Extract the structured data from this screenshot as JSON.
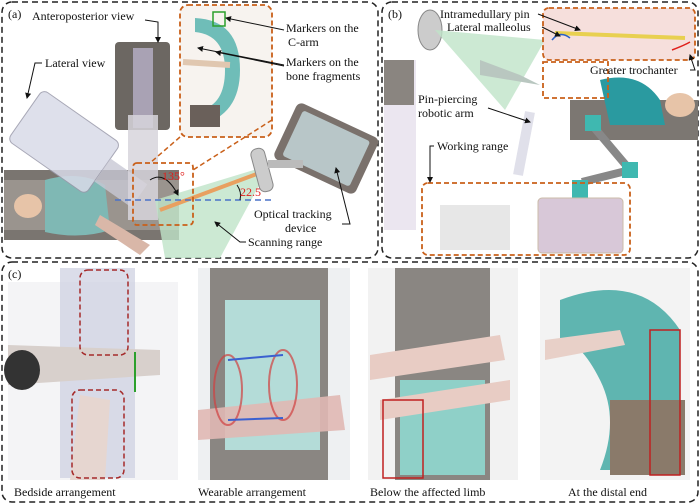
{
  "panel_a": {
    "tag": "(a)",
    "labels": {
      "ap_view": "Anteroposterior view",
      "lateral_view": "Lateral view",
      "markers_carm_1": "Markers on the",
      "markers_carm_2": "C-arm",
      "markers_bone_1": "Markers on the",
      "markers_bone_2": "bone fragments",
      "optical_1": "Optical tracking",
      "optical_2": "device",
      "scanning": "Scanning range",
      "angle_135": "135°",
      "angle_22": "22.5°"
    }
  },
  "panel_b": {
    "tag": "(b)",
    "labels": {
      "pin": "Intramedullary pin",
      "malleolus": "Lateral malleolus",
      "trochanter": "Greater trochanter",
      "arm_1": "Pin-piercing",
      "arm_2": "robotic arm",
      "working": "Working range"
    }
  },
  "panel_c": {
    "tag": "(c)",
    "captions": [
      "Bedside arrangement",
      "Wearable arrangement",
      "Below the affected limb",
      "At the distal end"
    ]
  },
  "colors": {
    "dash_black": "#222222",
    "dash_orange": "#c9601a",
    "dash_red": "#b02020",
    "scan_green": "#bfe3c8",
    "teal": "#3fb8b0"
  }
}
